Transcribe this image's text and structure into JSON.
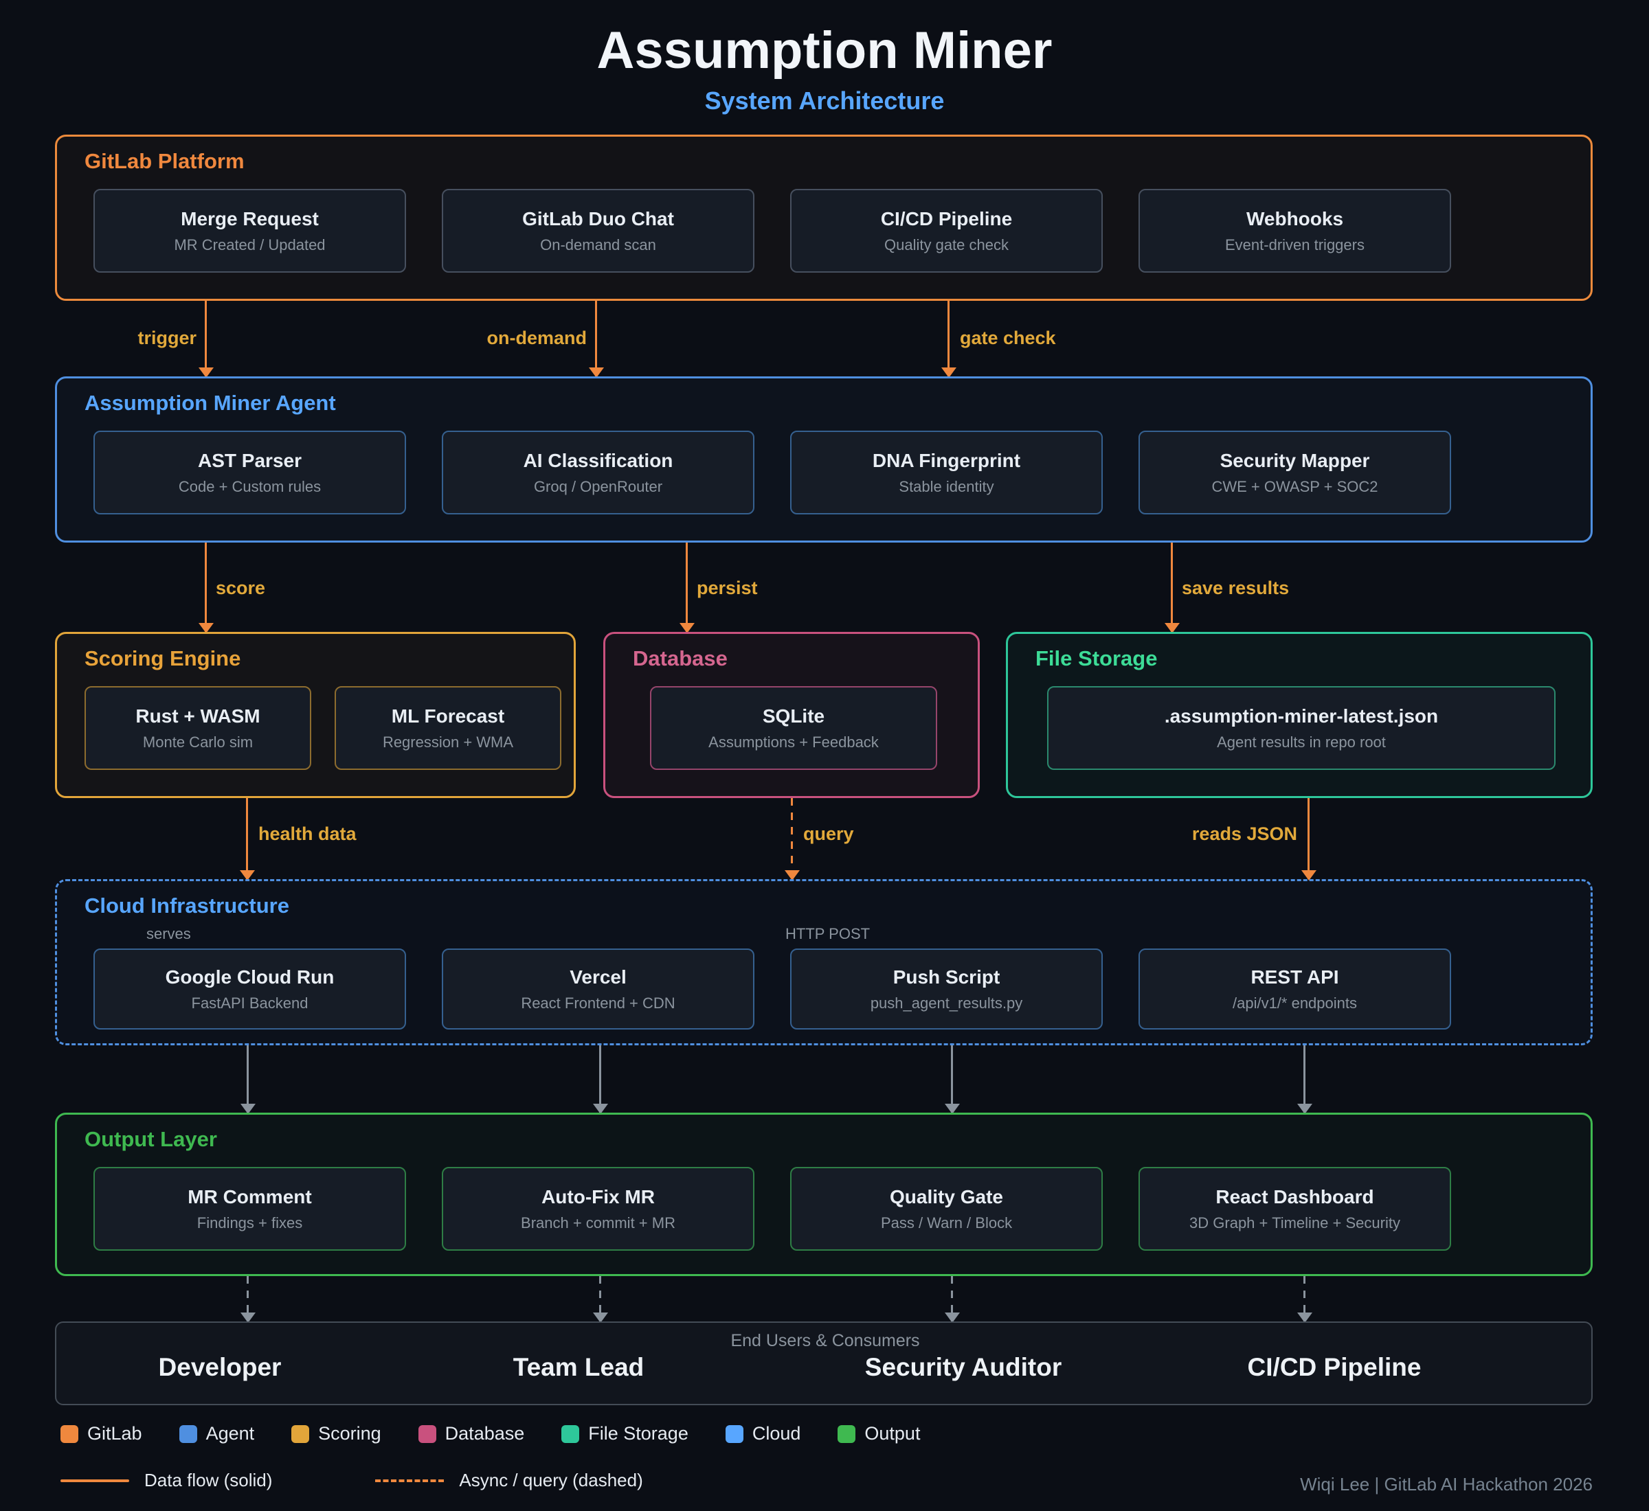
{
  "title": "Assumption Miner",
  "subtitle": "System Architecture",
  "sections": {
    "gitlab": {
      "label": "GitLab Platform",
      "items": [
        {
          "title": "Merge Request",
          "sub": "MR Created / Updated"
        },
        {
          "title": "GitLab Duo Chat",
          "sub": "On-demand scan"
        },
        {
          "title": "CI/CD Pipeline",
          "sub": "Quality gate check"
        },
        {
          "title": "Webhooks",
          "sub": "Event-driven triggers"
        }
      ]
    },
    "agent": {
      "label": "Assumption Miner Agent",
      "items": [
        {
          "title": "AST Parser",
          "sub": "Code + Custom rules"
        },
        {
          "title": "AI Classification",
          "sub": "Groq / OpenRouter"
        },
        {
          "title": "DNA Fingerprint",
          "sub": "Stable identity"
        },
        {
          "title": "Security Mapper",
          "sub": "CWE + OWASP + SOC2"
        }
      ]
    },
    "scoring": {
      "label": "Scoring Engine",
      "items": [
        {
          "title": "Rust + WASM",
          "sub": "Monte Carlo sim"
        },
        {
          "title": "ML Forecast",
          "sub": "Regression + WMA"
        }
      ]
    },
    "database": {
      "label": "Database",
      "items": [
        {
          "title": "SQLite",
          "sub": "Assumptions + Feedback"
        }
      ]
    },
    "storage": {
      "label": "File Storage",
      "items": [
        {
          "title": ".assumption-miner-latest.json",
          "sub": "Agent results in repo root"
        }
      ]
    },
    "cloud": {
      "label": "Cloud Infrastructure",
      "notes": {
        "serves": "serves",
        "http_post": "HTTP POST"
      },
      "items": [
        {
          "title": "Google Cloud Run",
          "sub": "FastAPI Backend"
        },
        {
          "title": "Vercel",
          "sub": "React Frontend + CDN"
        },
        {
          "title": "Push Script",
          "sub": "push_agent_results.py"
        },
        {
          "title": "REST API",
          "sub": "/api/v1/* endpoints"
        }
      ]
    },
    "output": {
      "label": "Output Layer",
      "items": [
        {
          "title": "MR Comment",
          "sub": "Findings + fixes"
        },
        {
          "title": "Auto-Fix MR",
          "sub": "Branch + commit + MR"
        },
        {
          "title": "Quality Gate",
          "sub": "Pass / Warn / Block"
        },
        {
          "title": "React Dashboard",
          "sub": "3D Graph + Timeline + Security"
        }
      ]
    },
    "users": {
      "label": "End Users & Consumers",
      "items": [
        "Developer",
        "Team Lead",
        "Security Auditor",
        "CI/CD Pipeline"
      ]
    }
  },
  "arrows": {
    "trigger": "trigger",
    "on_demand": "on-demand",
    "gate_check": "gate check",
    "score": "score",
    "persist": "persist",
    "save_results": "save results",
    "health_data": "health data",
    "query": "query",
    "reads_json": "reads JSON"
  },
  "legend": {
    "items": [
      {
        "label": "GitLab",
        "color": "#f0883e"
      },
      {
        "label": "Agent",
        "color": "#4f8fe0"
      },
      {
        "label": "Scoring",
        "color": "#e2a53a"
      },
      {
        "label": "Database",
        "color": "#c9517e"
      },
      {
        "label": "File Storage",
        "color": "#2ec79a"
      },
      {
        "label": "Cloud",
        "color": "#58a6ff"
      },
      {
        "label": "Output",
        "color": "#3fb950"
      }
    ],
    "flow_solid": "Data flow (solid)",
    "flow_dashed": "Async / query (dashed)"
  },
  "footer": "Wiqi Lee | GitLab AI Hackathon 2026"
}
